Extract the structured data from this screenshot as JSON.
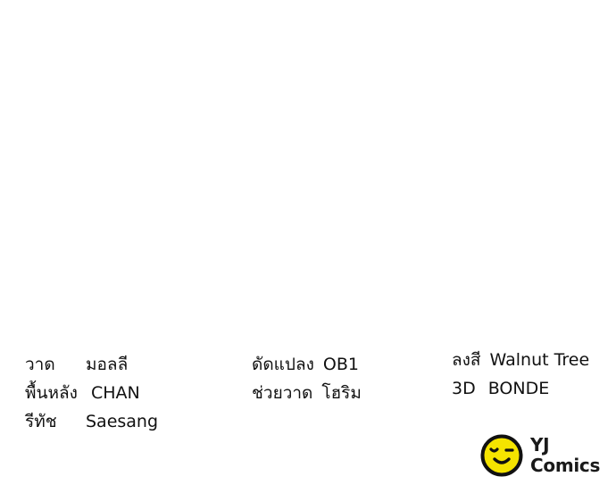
{
  "credits": {
    "left": [
      {
        "role": "วาด",
        "name": "มอลลี"
      },
      {
        "role": "พื้นหลัง",
        "name": "CHAN"
      },
      {
        "role": "รีทัช",
        "name": "Saesang"
      }
    ],
    "middle": [
      {
        "role": "ดัดแปลง",
        "name": "OB1"
      },
      {
        "role": "ช่วยวาด",
        "name": "โฮริม"
      }
    ],
    "right": [
      {
        "role": "ลงสี",
        "name": "Walnut Tree"
      },
      {
        "role": "3D",
        "name": "BONDE"
      }
    ]
  },
  "logo": {
    "line1": "YJ",
    "line2": "Comics",
    "face_color": "#f5e400",
    "face_outline_color": "#111111"
  }
}
